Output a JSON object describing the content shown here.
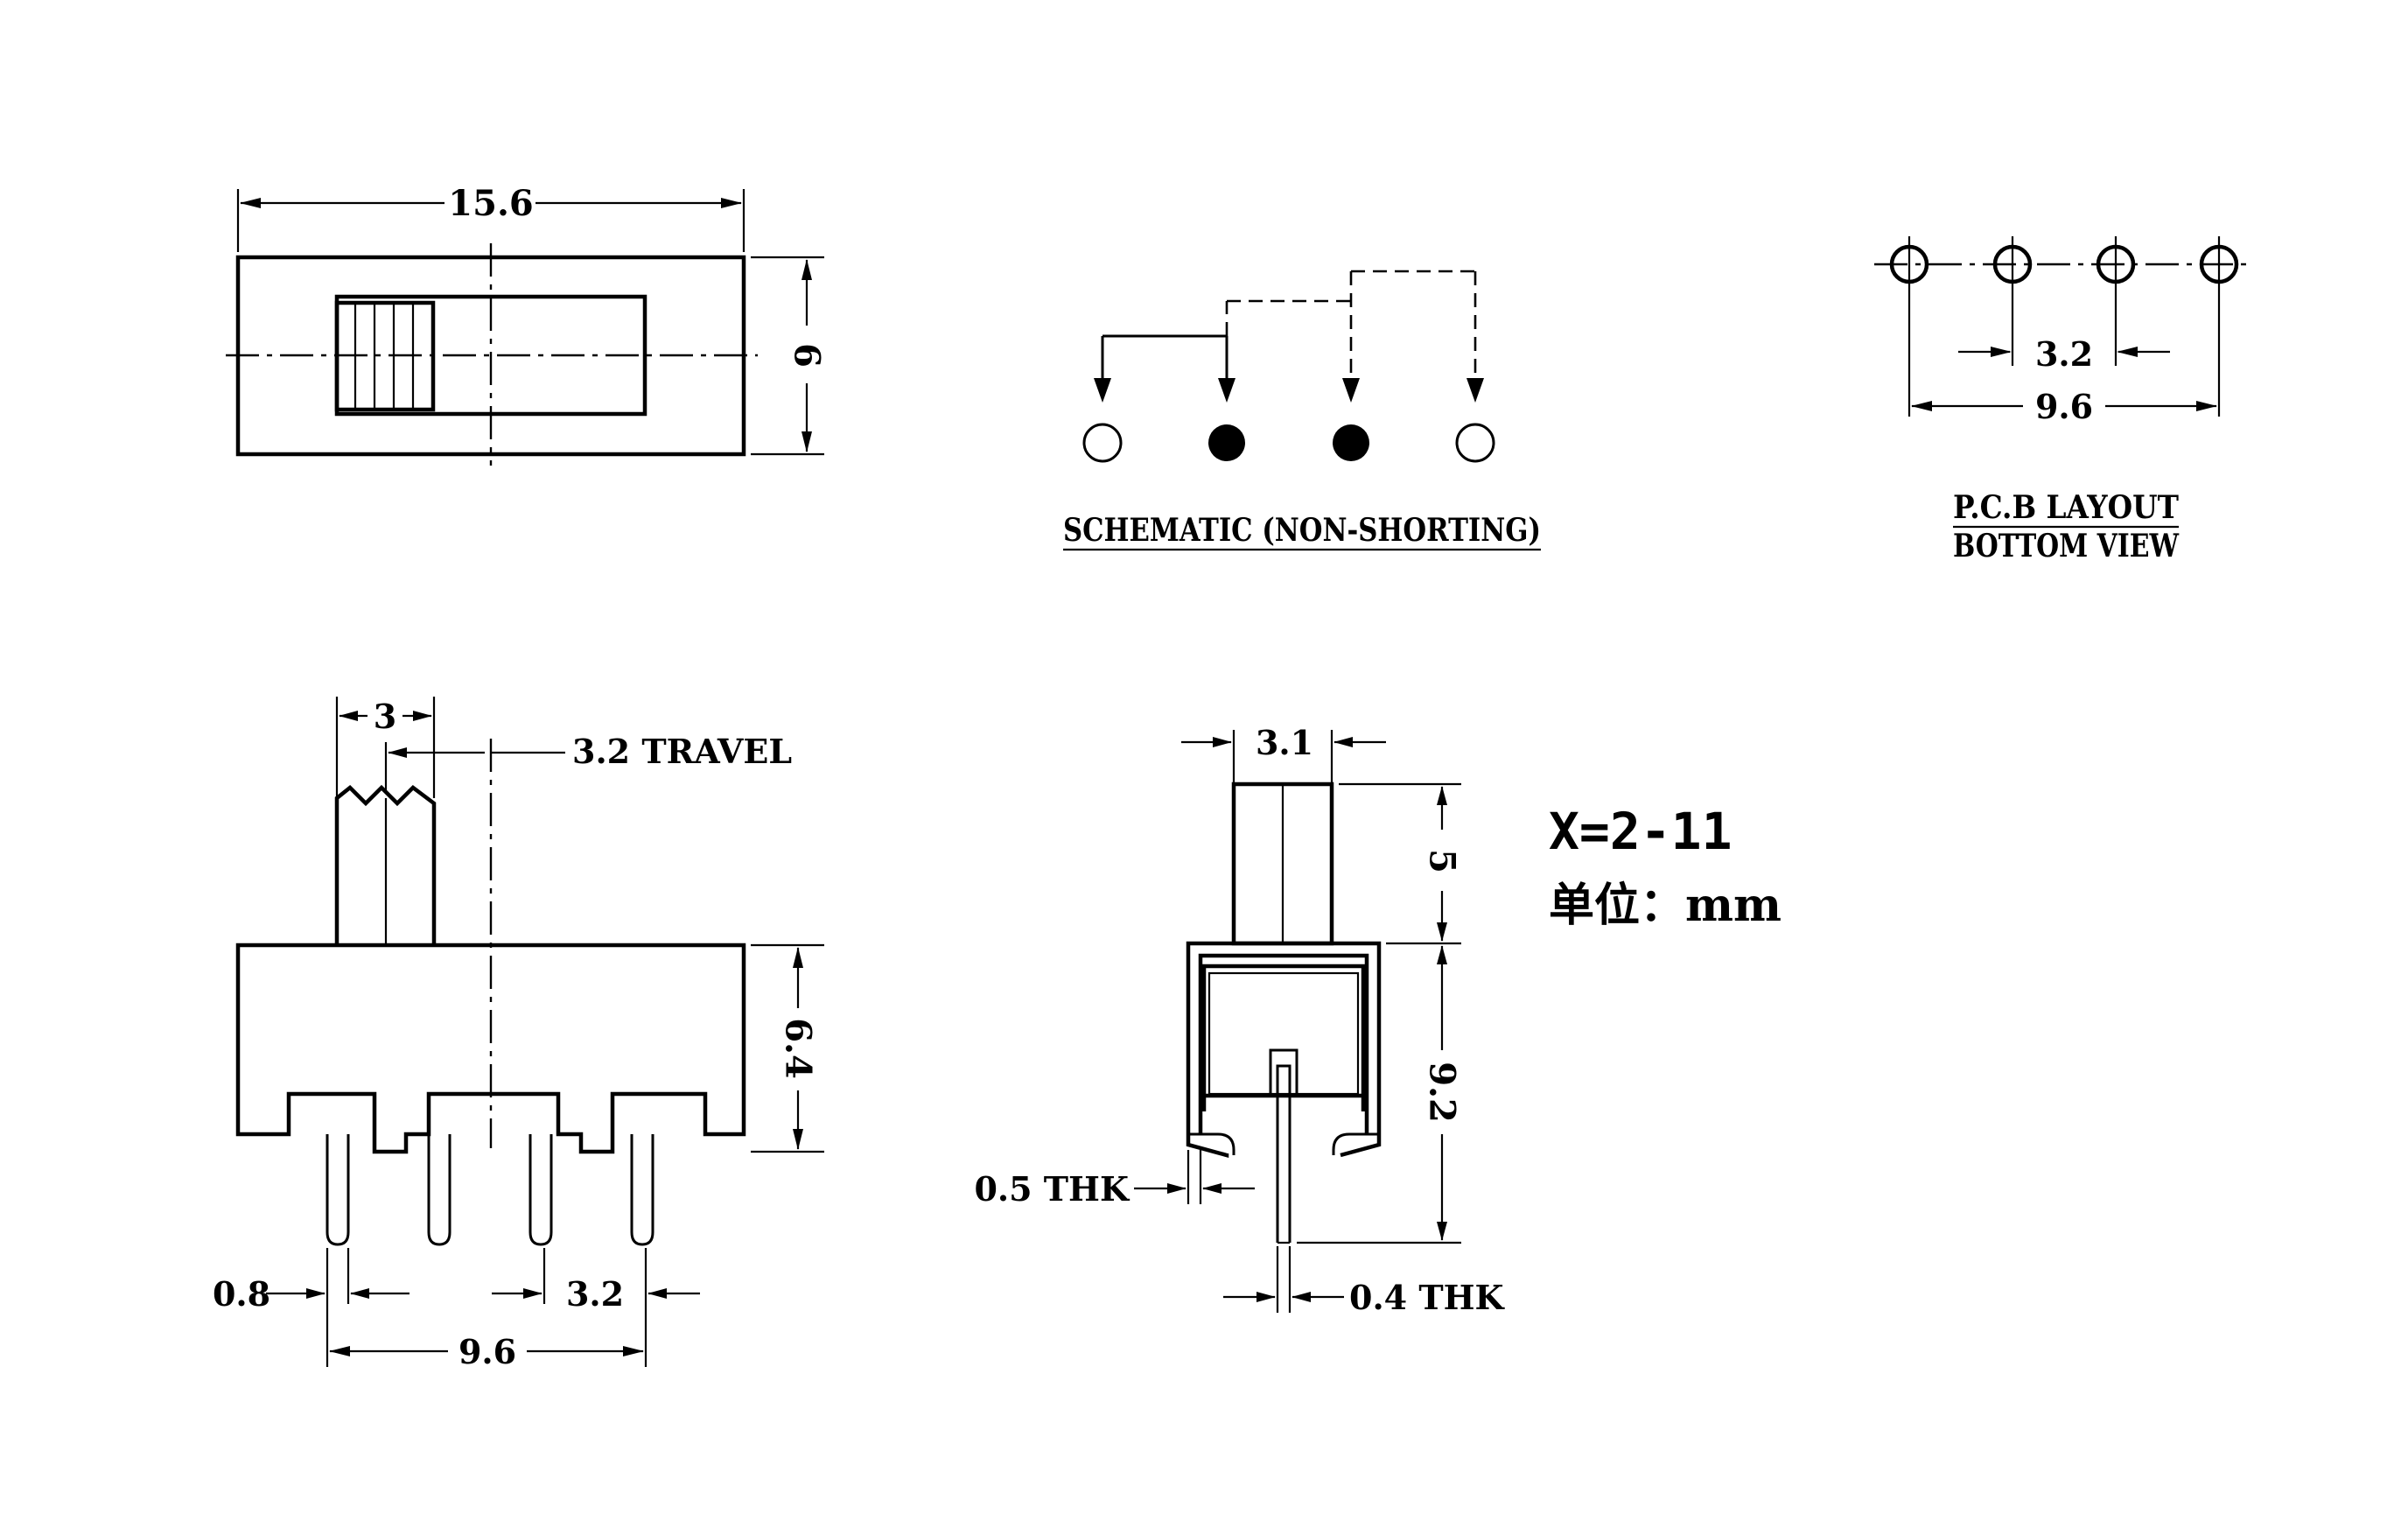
{
  "top_view": {
    "width_label": "15.6",
    "height_label": "6"
  },
  "schematic": {
    "caption": "SCHEMATIC (NON-SHORTING)"
  },
  "pcb_layout": {
    "title": "P.C.B LAYOUT",
    "subtitle": "BOTTOM VIEW",
    "pitch_label": "3.2",
    "span_label": "9.6"
  },
  "front_view": {
    "actuator_width_label": "3",
    "travel_label": "3.2 TRAVEL",
    "body_height_label": "6.4",
    "pin_width_label": "0.8",
    "pin_pitch_label": "3.2",
    "pin_span_label": "9.6"
  },
  "side_view": {
    "actuator_width_label": "3.1",
    "actuator_height_label": "5",
    "body_height_label": "9.2",
    "frame_thickness_label": "0.5 THK",
    "pin_thickness_label": "0.4 THK"
  },
  "notes": {
    "variant": "X=2-11",
    "unit": "单位：mm"
  }
}
